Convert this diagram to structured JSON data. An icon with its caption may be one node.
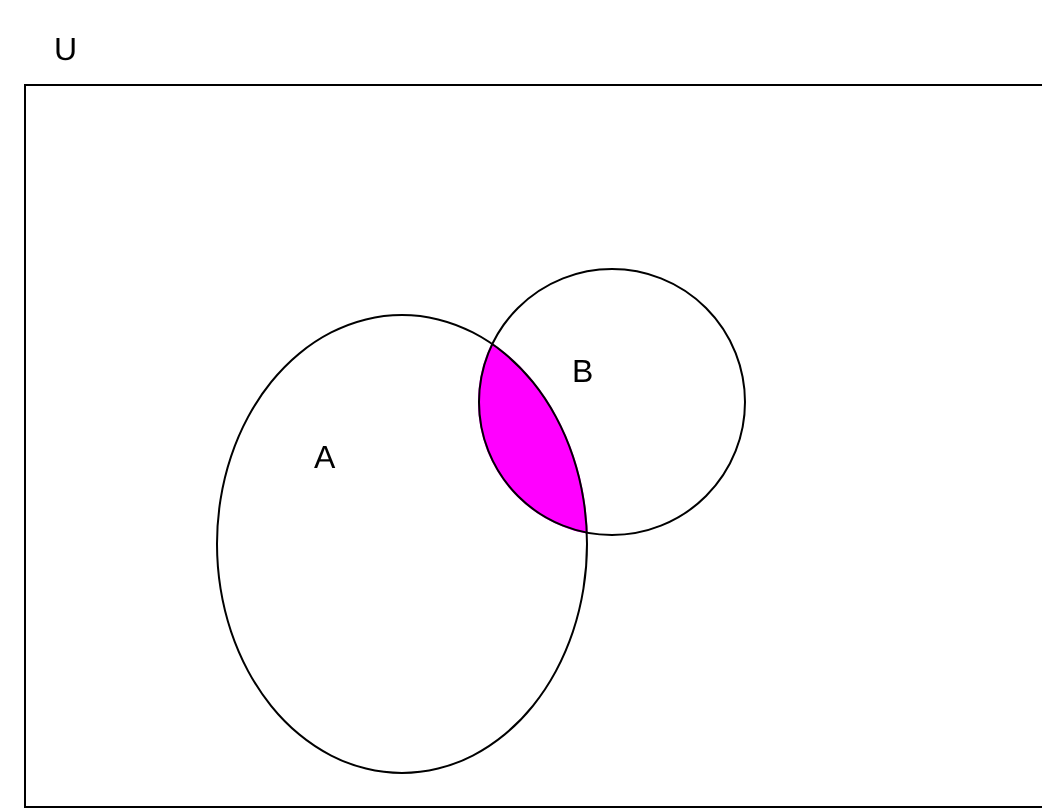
{
  "diagram": {
    "nodes": [
      {
        "text": [
          "U"
        ]
      },
      {
        "text": [
          "A"
        ],
        "in": 0
      },
      {
        "text": [
          "B"
        ],
        "in": 0
      },
      {
        "text": [],
        "shape": "lens"
      }
    ],
    "edges": []
  }
}
